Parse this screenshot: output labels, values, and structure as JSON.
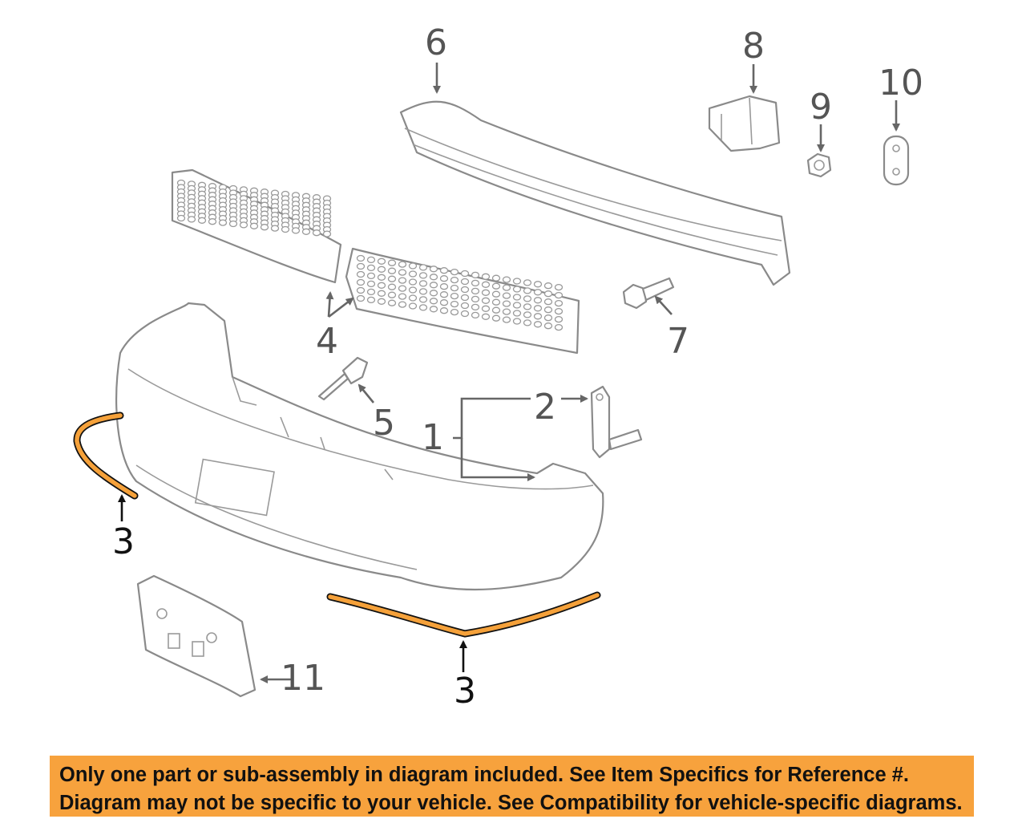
{
  "callouts": {
    "c1": "1",
    "c2": "2",
    "c3a": "3",
    "c3b": "3",
    "c4": "4",
    "c5": "5",
    "c6": "6",
    "c7": "7",
    "c8": "8",
    "c9": "9",
    "c10": "10",
    "c11": "11"
  },
  "highlight_color": "#f5a13a",
  "notice": {
    "line1": "Only one part or sub-assembly in diagram included. See Item Specifics for Reference #.",
    "line2": "Diagram may not be specific to your vehicle. See Compatibility for vehicle-specific diagrams.",
    "background": "#f7a23d"
  }
}
